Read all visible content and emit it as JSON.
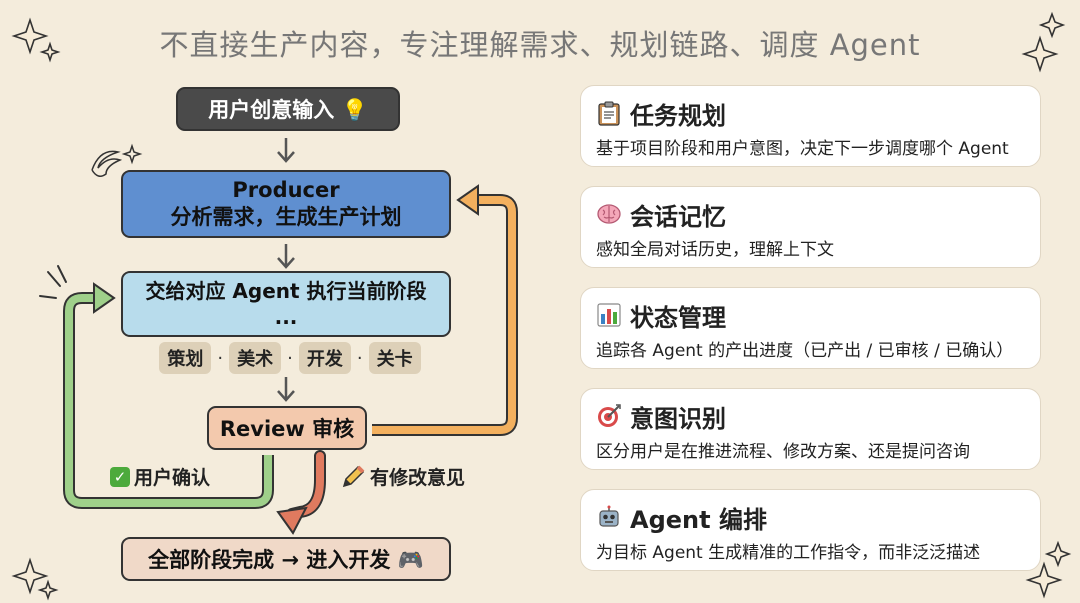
{
  "title": "不直接生产内容，专注理解需求、规划链路、调度 Agent",
  "flow": {
    "input": "用户创意输入 💡",
    "producer_title": "Producer",
    "producer_sub": "分析需求，生成生产计划",
    "exec_line1": "交给对应 Agent 执行当前阶段",
    "exec_line2": "...",
    "roles": [
      "策划",
      "美术",
      "开发",
      "关卡"
    ],
    "review": "Review 审核",
    "confirm_label": "用户确认",
    "edit_label": "有修改意见",
    "done": "全部阶段完成 → 进入开发 🎮"
  },
  "cards": [
    {
      "icon": "clipboard-icon",
      "title": "任务规划",
      "desc": "基于项目阶段和用户意图，决定下一步调度哪个 Agent"
    },
    {
      "icon": "brain-icon",
      "title": "会话记忆",
      "desc": "感知全局对话历史，理解上下文"
    },
    {
      "icon": "bar-chart-icon",
      "title": "状态管理",
      "desc": "追踪各 Agent 的产出进度（已产出 / 已审核 / 已确认）"
    },
    {
      "icon": "target-icon",
      "title": "意图识别",
      "desc": "区分用户是在推进流程、修改方案、还是提问咨询"
    },
    {
      "icon": "robot-icon",
      "title": "Agent 编排",
      "desc": "为目标 Agent 生成精准的工作指令，而非泛泛描述"
    }
  ],
  "colors": {
    "background": "#f4ecdc",
    "producer": "#5f8fd0",
    "exec": "#b8dcec",
    "review": "#f3c9ad",
    "confirm_arrow": "#9fd08a",
    "edit_arrow": "#e07a5f",
    "loop_arrow": "#f3b05e"
  }
}
